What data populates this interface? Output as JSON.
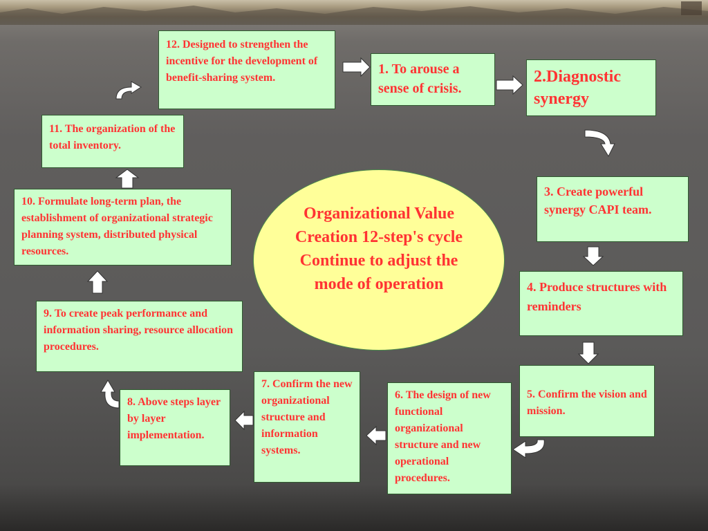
{
  "title": "Organizational Value Creation 12-step's cycle Continue to adjust the mode of operation",
  "steps": {
    "s1": "1. To arouse a sense of crisis.",
    "s2": "2.Diagnostic synergy",
    "s3": "3. Create powerful synergy CAPI team.",
    "s4": "4. Produce structures with reminders",
    "s5": "5. Confirm the vision and mission.",
    "s6": "6. The design of new functional organizational structure and new operational procedures.",
    "s7": "7. Confirm the new organizational structure and information systems.",
    "s8": "8. Above steps layer by layer implementation.",
    "s9": "9. To create peak performance and information sharing, resource allocation procedures.",
    "s10": "10. Formulate long-term plan, the establishment of organizational strategic planning system, distributed physical resources.",
    "s11": "11. The organization of the total inventory.",
    "s12": "12. Designed to strengthen the incentive for the development of benefit-sharing system."
  },
  "colors": {
    "box_fill": "#ccffcc",
    "box_text": "#ff3333",
    "ellipse_fill": "#ffff99",
    "arrow_fill": "#ffffff"
  }
}
